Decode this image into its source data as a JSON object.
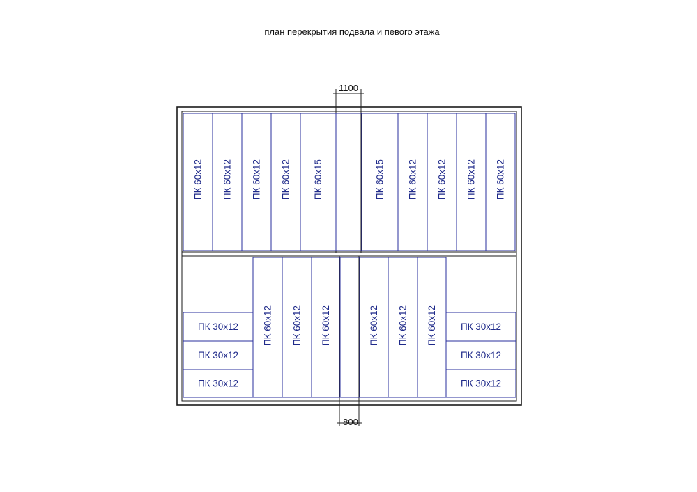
{
  "title": "план перекрытия подвала и певого этажа",
  "colors": {
    "slab_line": "#2a2f9c",
    "slab_text": "#1f2a8a",
    "wall_line": "#1a1a1a"
  },
  "dimensions": {
    "top": "1100",
    "bottom": "800"
  },
  "upper_slabs": [
    "ПК 60х12",
    "ПК 60х12",
    "ПК 60х12",
    "ПК 60х12",
    "ПК 60х15",
    "",
    "ПК 60х15",
    "ПК 60х12",
    "ПК 60х12",
    "ПК 60х12",
    "ПК 60х12"
  ],
  "lower_slabs": [
    "ПК 60х12",
    "ПК 60х12",
    "ПК 60х12",
    "",
    "ПК 60х12",
    "ПК 60х12",
    "ПК 60х12"
  ],
  "left_short_slabs": [
    "ПК 30х12",
    "ПК 30х12",
    "ПК 30х12"
  ],
  "right_short_slabs": [
    "ПК 30х12",
    "ПК 30х12",
    "ПК 30х12"
  ]
}
